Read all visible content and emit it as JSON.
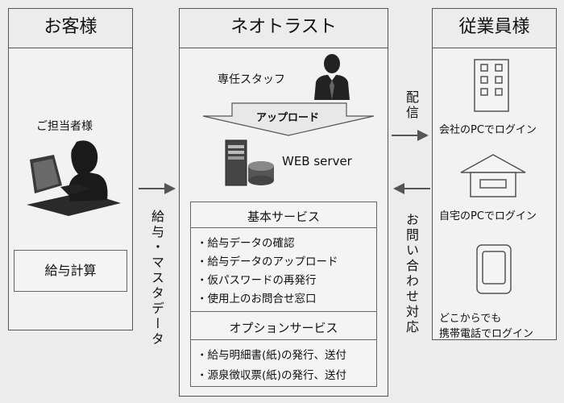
{
  "columns": {
    "customer": {
      "title": "お客様",
      "person_label": "ご担当者様",
      "task_label": "給与計算"
    },
    "neotrust": {
      "title": "ネオトラスト",
      "staff_label": "専任スタッフ",
      "upload_label": "アップロード",
      "server_label": "WEB server",
      "basic_services": {
        "title": "基本サービス",
        "items": [
          "・給与データの確認",
          "・給与データのアップロード",
          "・仮パスワードの再発行",
          "・使用上のお問合せ窓口"
        ]
      },
      "option_services": {
        "title": "オプションサービス",
        "items": [
          "・給与明細書(紙)の発行、送付",
          "・源泉徴収票(紙)の発行、送付"
        ]
      }
    },
    "employee": {
      "title": "従業員様",
      "login_office": "会社のPCでログイン",
      "login_home": "自宅のPCでログイン",
      "login_mobile_line1": "どこからでも",
      "login_mobile_line2": "携帯電話でログイン"
    }
  },
  "flows": {
    "payroll_master": "給与・マスタデータ",
    "distribution": "配信",
    "inquiry": "お問い合わせ対応"
  }
}
